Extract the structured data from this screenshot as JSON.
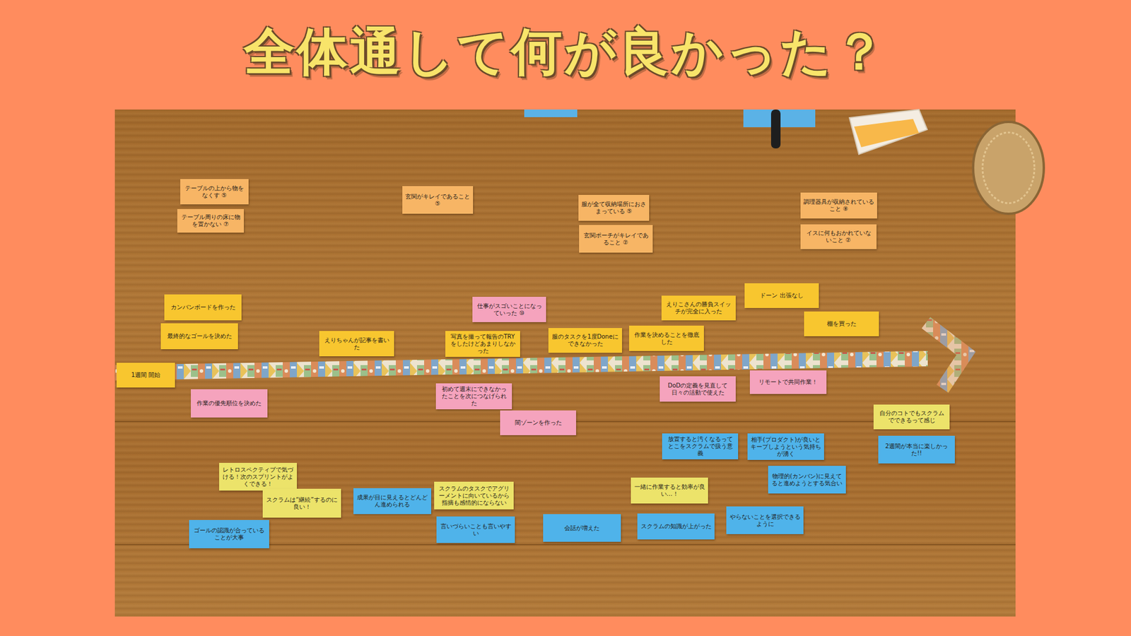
{
  "diagram": {
    "title": "全体通して何が良かった？",
    "nodes": [
      {
        "text": [
          "テーブルの上から物をなくす ⑤"
        ]
      },
      {
        "text": [
          "テーブル周りの床に物を置かない ⑦"
        ]
      },
      {
        "text": [
          "玄関がキレイであること ⑤"
        ]
      },
      {
        "text": [
          "服が全て収納場所におさまっている ⑤"
        ]
      },
      {
        "text": [
          "玄関ポーチがキレイであること ②"
        ]
      },
      {
        "text": [
          "調理器具が収納されていること ⑧"
        ]
      },
      {
        "text": [
          "イスに何もおかれていないこと ②"
        ]
      },
      {
        "text": [
          "カンバンボードを作った"
        ]
      },
      {
        "text": [
          "最終的なゴールを決めた"
        ]
      },
      {
        "text": [
          "えりちゃんが記事を書いた"
        ]
      },
      {
        "text": [
          "仕事がスゴいことになっていった ⑩"
        ]
      },
      {
        "text": [
          "写真を撮って報告のTRYをしたけどあまりしなかった"
        ]
      },
      {
        "text": [
          "服のタスクを1度Doneにできなかった"
        ]
      },
      {
        "text": [
          "作業を決めることを徹底した"
        ]
      },
      {
        "text": [
          "えりこさんの勝負スイッチが完全に入った"
        ]
      },
      {
        "text": [
          "ドーン 出張なし"
        ]
      },
      {
        "text": [
          "棚を買った"
        ]
      },
      {
        "text": [
          "1週間 開始"
        ]
      },
      {
        "text": [
          "作業の優先順位を決めた"
        ]
      },
      {
        "text": [
          "初めて週末にできなかったことを次につなげられた"
        ]
      },
      {
        "text": [
          "間ゾーンを作った"
        ]
      },
      {
        "text": [
          "DoDの定義を見直して日々の活動で使えた"
        ]
      },
      {
        "text": [
          "リモートで共同作業！"
        ]
      },
      {
        "text": [
          "自分のコトでもスクラムでできるって感じ"
        ]
      },
      {
        "text": [
          "放置すると汚くなるってとこをスクラムで扱う意義"
        ]
      },
      {
        "text": [
          "相手(プロダクト)が良いとキープしようという気持ちが湧く"
        ]
      },
      {
        "text": [
          "2週間が本当に楽しかった!!"
        ]
      },
      {
        "text": [
          "レトロスペクティブで気づける！次のスプリントがよくできる！"
        ]
      },
      {
        "text": [
          "物理的(カンバン)に見えてると進めようとする気合い"
        ]
      },
      {
        "text": [
          "一緒に作業すると効率が良い…！"
        ]
      },
      {
        "text": [
          "スクラムのタスクでアグリーメントに向いているから指摘も感情的にならない"
        ]
      },
      {
        "text": [
          "スクラムは“継続”するのに良い！"
        ]
      },
      {
        "text": [
          "成果が目に見えるとどんどん進められる"
        ]
      },
      {
        "text": [
          "やらないことを選択できるように"
        ]
      },
      {
        "text": [
          "スクラムの知識が上がった"
        ]
      },
      {
        "text": [
          "会話が増えた"
        ]
      },
      {
        "text": [
          "言いづらいことも言いやすい"
        ]
      },
      {
        "text": [
          "ゴールの認識が合っていることが大事"
        ]
      }
    ]
  }
}
